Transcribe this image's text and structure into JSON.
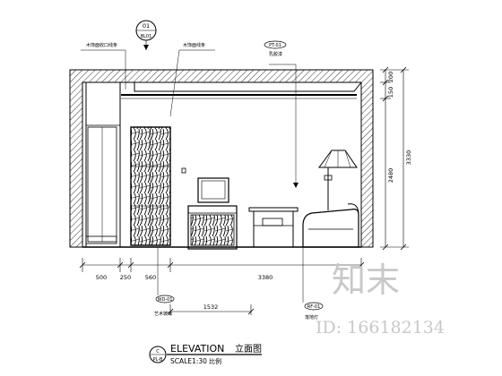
{
  "tags": {
    "top_callout": {
      "num": "01",
      "ref": "BL01"
    },
    "lamp_callout": "RF-01",
    "paint_callout": "PT-01",
    "wood_callout": "WD-01"
  },
  "notes": {
    "note_left": "木饰面收口线条",
    "note_mid": "木饰面线条",
    "note_right": "乳胶漆"
  },
  "lamp_note": "落地灯",
  "bottom_notes": {
    "left": "艺术玻璃",
    "right": "落地灯"
  },
  "dimensions": {
    "horizontal": [
      "500",
      "250",
      "560",
      "3380"
    ],
    "horizontal_sub": "1532",
    "vertical_right": [
      "200",
      "150",
      "2480"
    ],
    "vertical_total": "3330"
  },
  "title": {
    "label": "ELEVATION",
    "label_cn": "立面图",
    "scale": "SCALE1:30",
    "scale_cn": "比例",
    "bubble_top": "C",
    "bubble_bottom": "PL-B"
  },
  "watermark": {
    "logo": "知末",
    "id": "ID: 166182134"
  }
}
